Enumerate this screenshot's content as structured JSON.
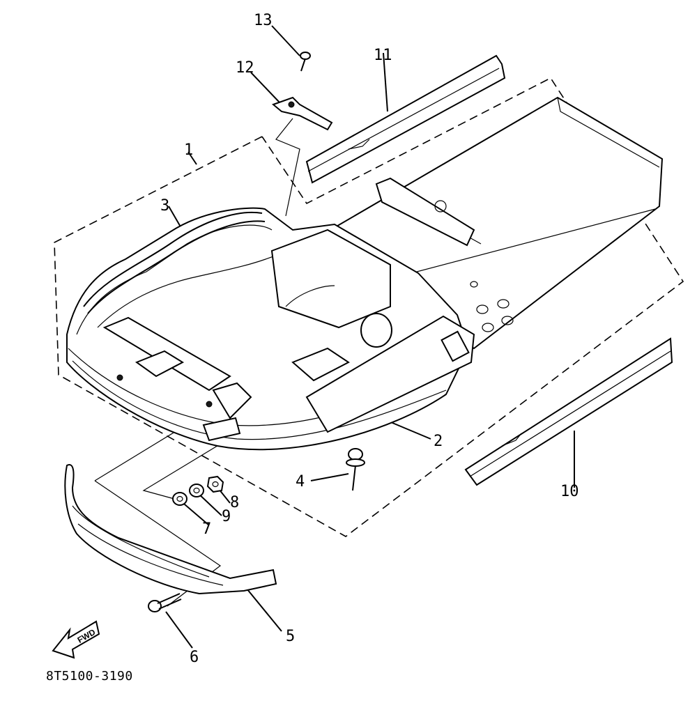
{
  "diagram": {
    "labels": {
      "p1": "1",
      "p2": "2",
      "p3": "3",
      "p4": "4",
      "p5": "5",
      "p6": "6",
      "p7": "7",
      "p8": "8",
      "p9": "9",
      "p10": "10",
      "p11": "11",
      "p12": "12",
      "p13": "13"
    },
    "fwd_text": "FWD",
    "drawing_code": "8T5100-3190"
  }
}
